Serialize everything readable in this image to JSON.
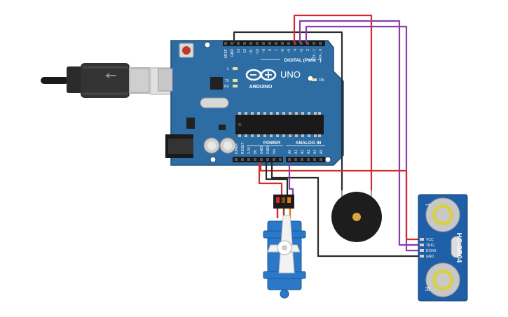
{
  "board": {
    "brand": "ARDUINO",
    "model": "UNO",
    "reset_label": "RESET",
    "digital_header": "DIGITAL (PWM ~)",
    "power_header": "POWER",
    "analog_header": "ANALOG IN",
    "led_l": "L",
    "led_tx": "TX",
    "led_rx": "RX",
    "led_on": "ON",
    "digital_pins": [
      "AREF",
      "GND",
      "13",
      "12",
      "~11",
      "~10",
      "~9",
      "8",
      "7",
      "~6",
      "~5",
      "4",
      "~3",
      "2",
      "TX→1",
      "RX←0"
    ],
    "power_pins": [
      "IOREF",
      "RESET",
      "3.3V",
      "5V",
      "GND",
      "GND",
      "Vin"
    ],
    "analog_pins": [
      "A0",
      "A1",
      "A2",
      "A3",
      "A4",
      "A5"
    ]
  },
  "sensor": {
    "model": "HC-SR04",
    "pins": [
      "VCC",
      "TRIG",
      "ECHO",
      "GND"
    ],
    "transmit_mark": "T",
    "receive_mark": "R"
  },
  "colors": {
    "board_blue": "#2d6da3",
    "board_dark": "#1f4f7a",
    "wire_red": "#d42c2c",
    "wire_black": "#2b2b2b",
    "wire_purple": "#8a3fa4",
    "servo_blue": "#2a78c7",
    "buzzer_black": "#1d1d1d",
    "sensor_blue": "#1f5fa8"
  }
}
